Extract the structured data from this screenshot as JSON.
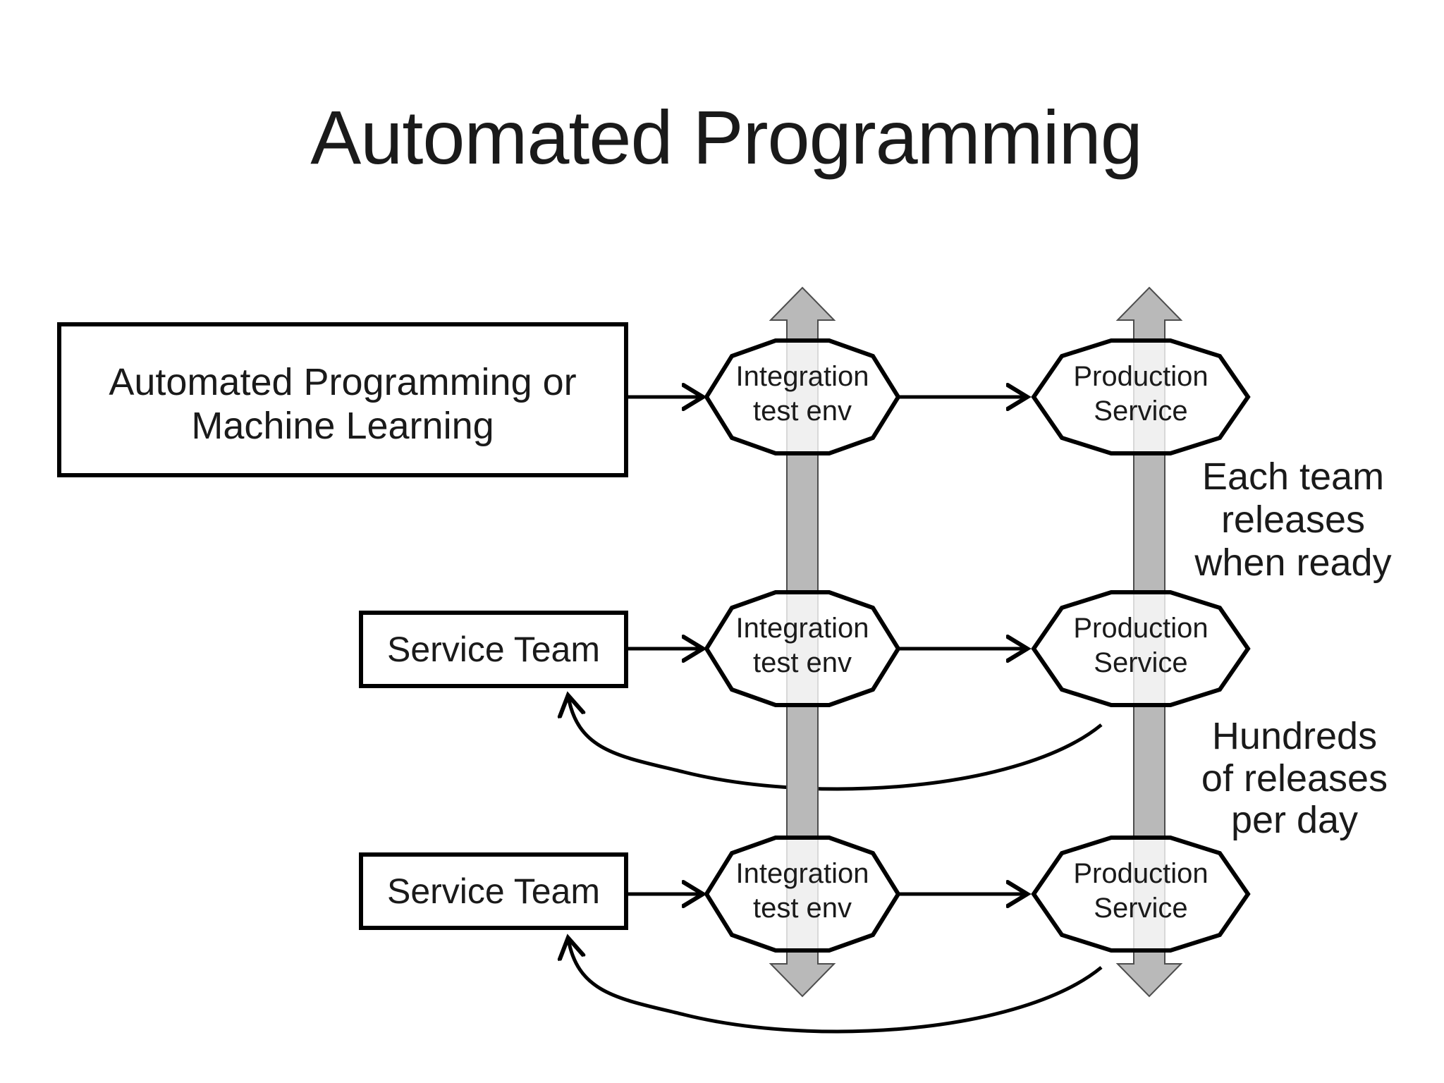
{
  "slide": {
    "title": "Automated Programming"
  },
  "nodes": {
    "automated_programming_box": {
      "line1": "Automated Programming or",
      "line2": "Machine Learning"
    },
    "service_team_box_2": {
      "label": "Service Team"
    },
    "service_team_box_3": {
      "label": "Service Team"
    },
    "integration_1": {
      "line1": "Integration",
      "line2": "test env"
    },
    "integration_2": {
      "line1": "Integration",
      "line2": "test env"
    },
    "integration_3": {
      "line1": "Integration",
      "line2": "test env"
    },
    "production_1": {
      "line1": "Production",
      "line2": "Service"
    },
    "production_2": {
      "line1": "Production",
      "line2": "Service"
    },
    "production_3": {
      "line1": "Production",
      "line2": "Service"
    }
  },
  "annotations": {
    "each_team_releases": {
      "line1": "Each team",
      "line2": "releases",
      "line3": "when ready"
    },
    "hundreds_of_releases": {
      "line1": "Hundreds",
      "line2": "of releases",
      "line3": "per day"
    }
  },
  "colors": {
    "background": "#ffffff",
    "line_stroke": "#000000",
    "text": "#1a1a1a",
    "pipeline_arrow_fill": "#b9b9b9",
    "pipeline_arrow_outline": "#4d4d4d"
  }
}
